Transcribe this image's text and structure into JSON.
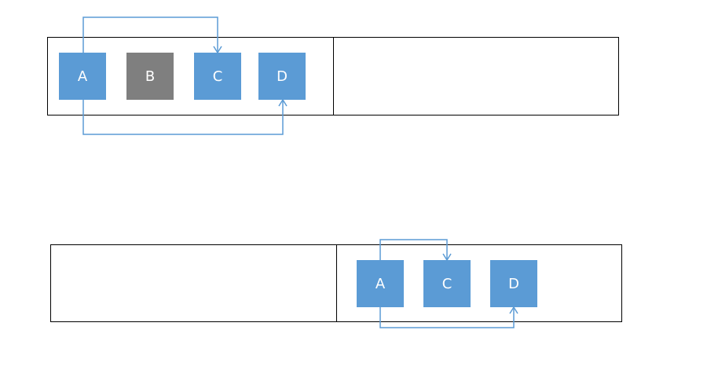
{
  "colors": {
    "active_box": "#5b9bd5",
    "inactive_box": "#7f7f7f",
    "connector": "#5b9bd5",
    "border": "#000000"
  },
  "top_diagram": {
    "boxes": [
      {
        "label": "A",
        "state": "active"
      },
      {
        "label": "B",
        "state": "inactive"
      },
      {
        "label": "C",
        "state": "active"
      },
      {
        "label": "D",
        "state": "active"
      }
    ],
    "connections": [
      {
        "from": "A",
        "to": "C"
      },
      {
        "from": "A",
        "to": "D"
      }
    ]
  },
  "bottom_diagram": {
    "boxes": [
      {
        "label": "A",
        "state": "active"
      },
      {
        "label": "C",
        "state": "active"
      },
      {
        "label": "D",
        "state": "active"
      }
    ],
    "connections": [
      {
        "from": "A",
        "to": "C"
      },
      {
        "from": "A",
        "to": "D"
      }
    ]
  }
}
